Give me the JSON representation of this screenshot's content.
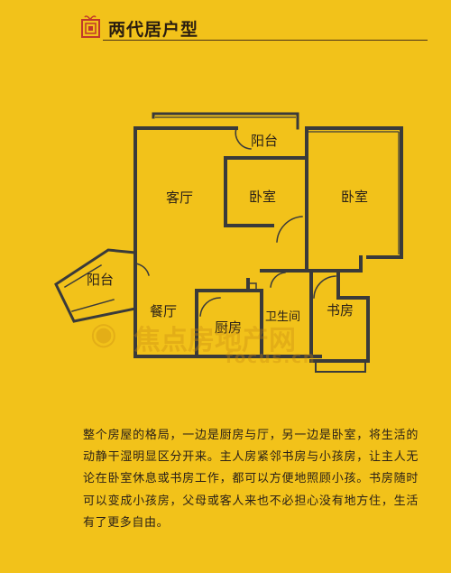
{
  "header": {
    "title": "两代居户型"
  },
  "rooms": {
    "balcony_top": "阳台",
    "living_room": "客厅",
    "bedroom_1": "卧室",
    "bedroom_2": "卧室",
    "balcony_left": "阳台",
    "dining_room": "餐厅",
    "kitchen": "厨房",
    "bathroom": "卫生间",
    "study": "书房"
  },
  "watermark": {
    "text": "焦点房地产网",
    "url": "focus.cn"
  },
  "description": "整个房屋的格局，一边是厨房与厅，另一边是卧室，将生活的动静干湿明显区分开来。主人房紧邻书房与小孩房，让主人无论在卧室休息或书房工作，都可以方便地照顾小孩。书房随时可以变成小孩房，父母或客人来也不必担心没有地方住，生活有了更多自由。",
  "colors": {
    "background": "#f2c21a",
    "wall": "#3a3a3a",
    "logo": "#c0392b"
  }
}
